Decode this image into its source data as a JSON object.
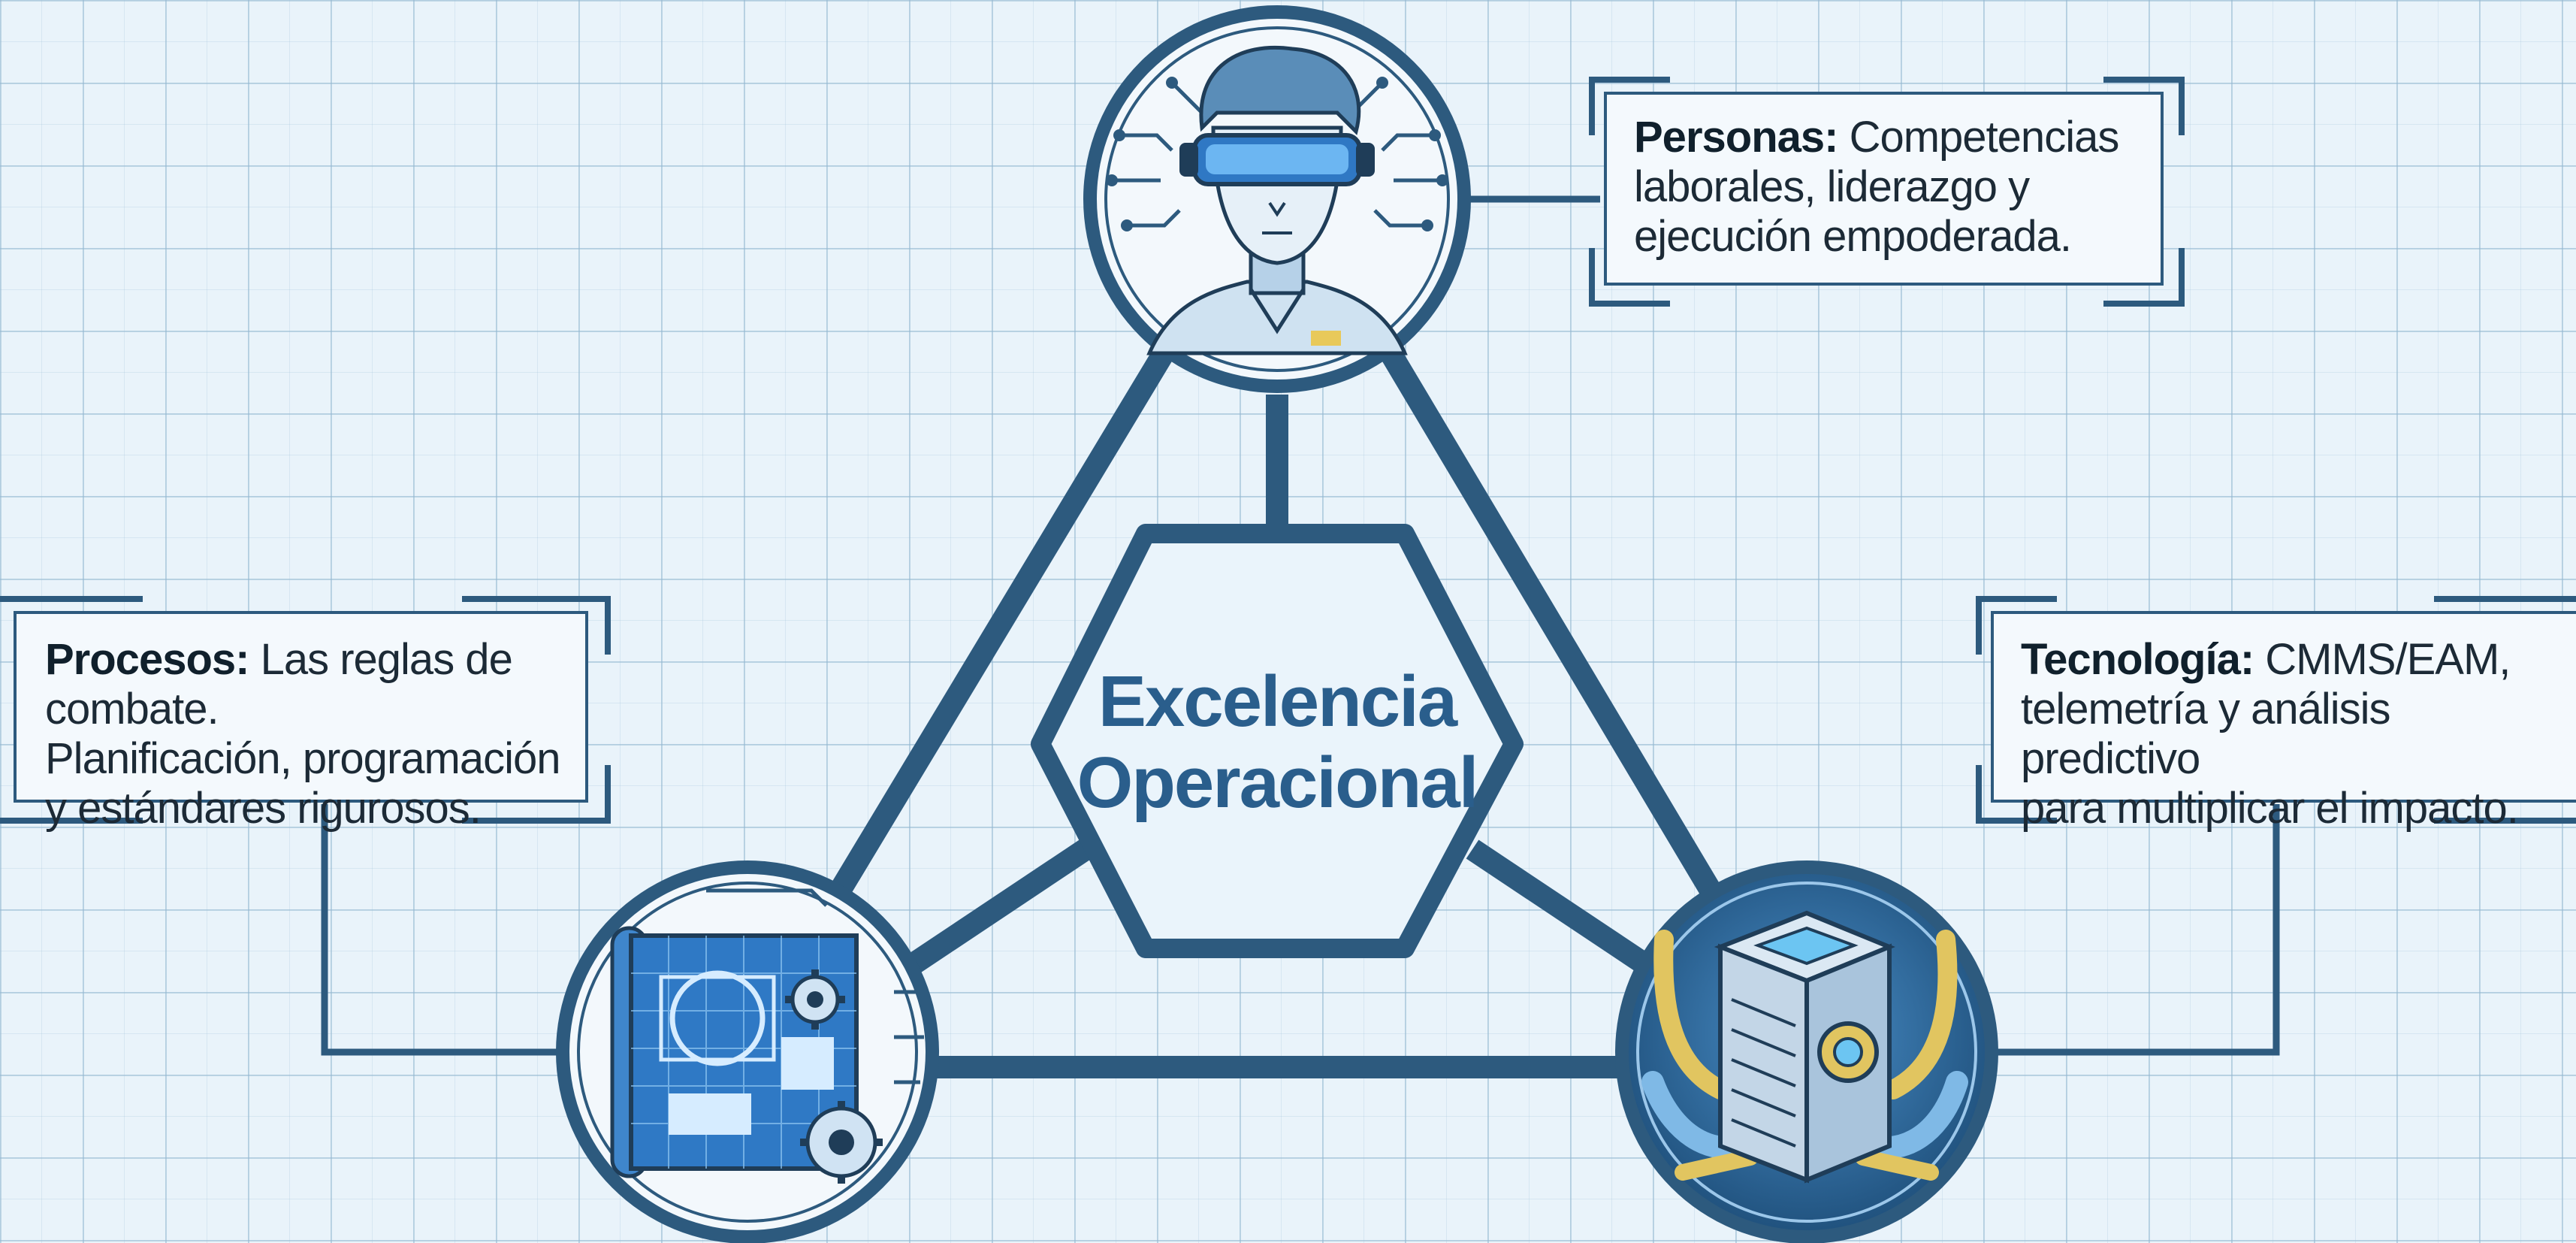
{
  "center": {
    "line1": "Excelencia",
    "line2": "Operacional"
  },
  "personas": {
    "title": "Personas:",
    "line1_rest": "Competencias",
    "line2": "laborales, liderazgo y",
    "line3": "ejecución empoderada."
  },
  "procesos": {
    "title": "Procesos:",
    "line1_rest": "Las reglas de combate.",
    "line2": "Planificación, programación",
    "line3": "y estándares rigurosos."
  },
  "tecnologia": {
    "title": "Tecnología:",
    "line1_rest": "CMMS/EAM,",
    "line2": "telemetría y análisis predictivo",
    "line3": "para multiplicar el impacto."
  },
  "colors": {
    "line": "#2d5a7e",
    "accent": "#2a5e8c",
    "background": "#e9f3fa"
  },
  "icons": [
    "person-vr-headset-icon",
    "blueprint-gears-icon",
    "server-cables-icon"
  ]
}
